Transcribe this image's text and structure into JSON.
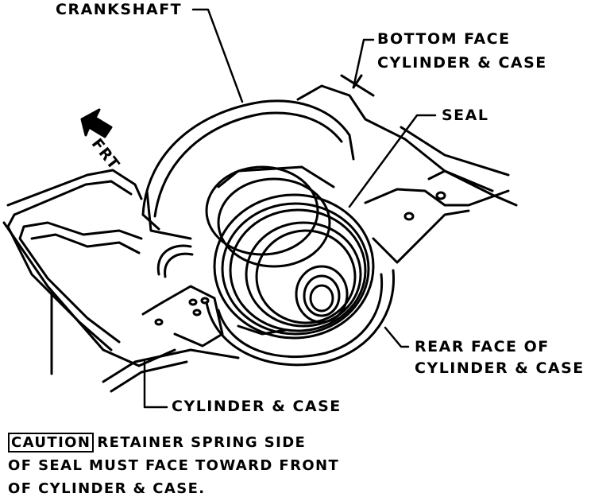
{
  "labels": {
    "crankshaft": "CRANKSHAFT",
    "bottom_face_line1": "BOTTOM FACE",
    "bottom_face_line2": "CYLINDER & CASE",
    "seal": "SEAL",
    "front_arrow": "FRT",
    "rear_face_line1": "REAR FACE OF",
    "rear_face_line2": "CYLINDER & CASE",
    "cylinder_case": "CYLINDER & CASE"
  },
  "caution": {
    "tag": "CAUTION",
    "line1_rest": "RETAINER SPRING SIDE",
    "line2": "OF SEAL MUST FACE TOWARD FRONT",
    "line3": "OF CYLINDER & CASE."
  }
}
